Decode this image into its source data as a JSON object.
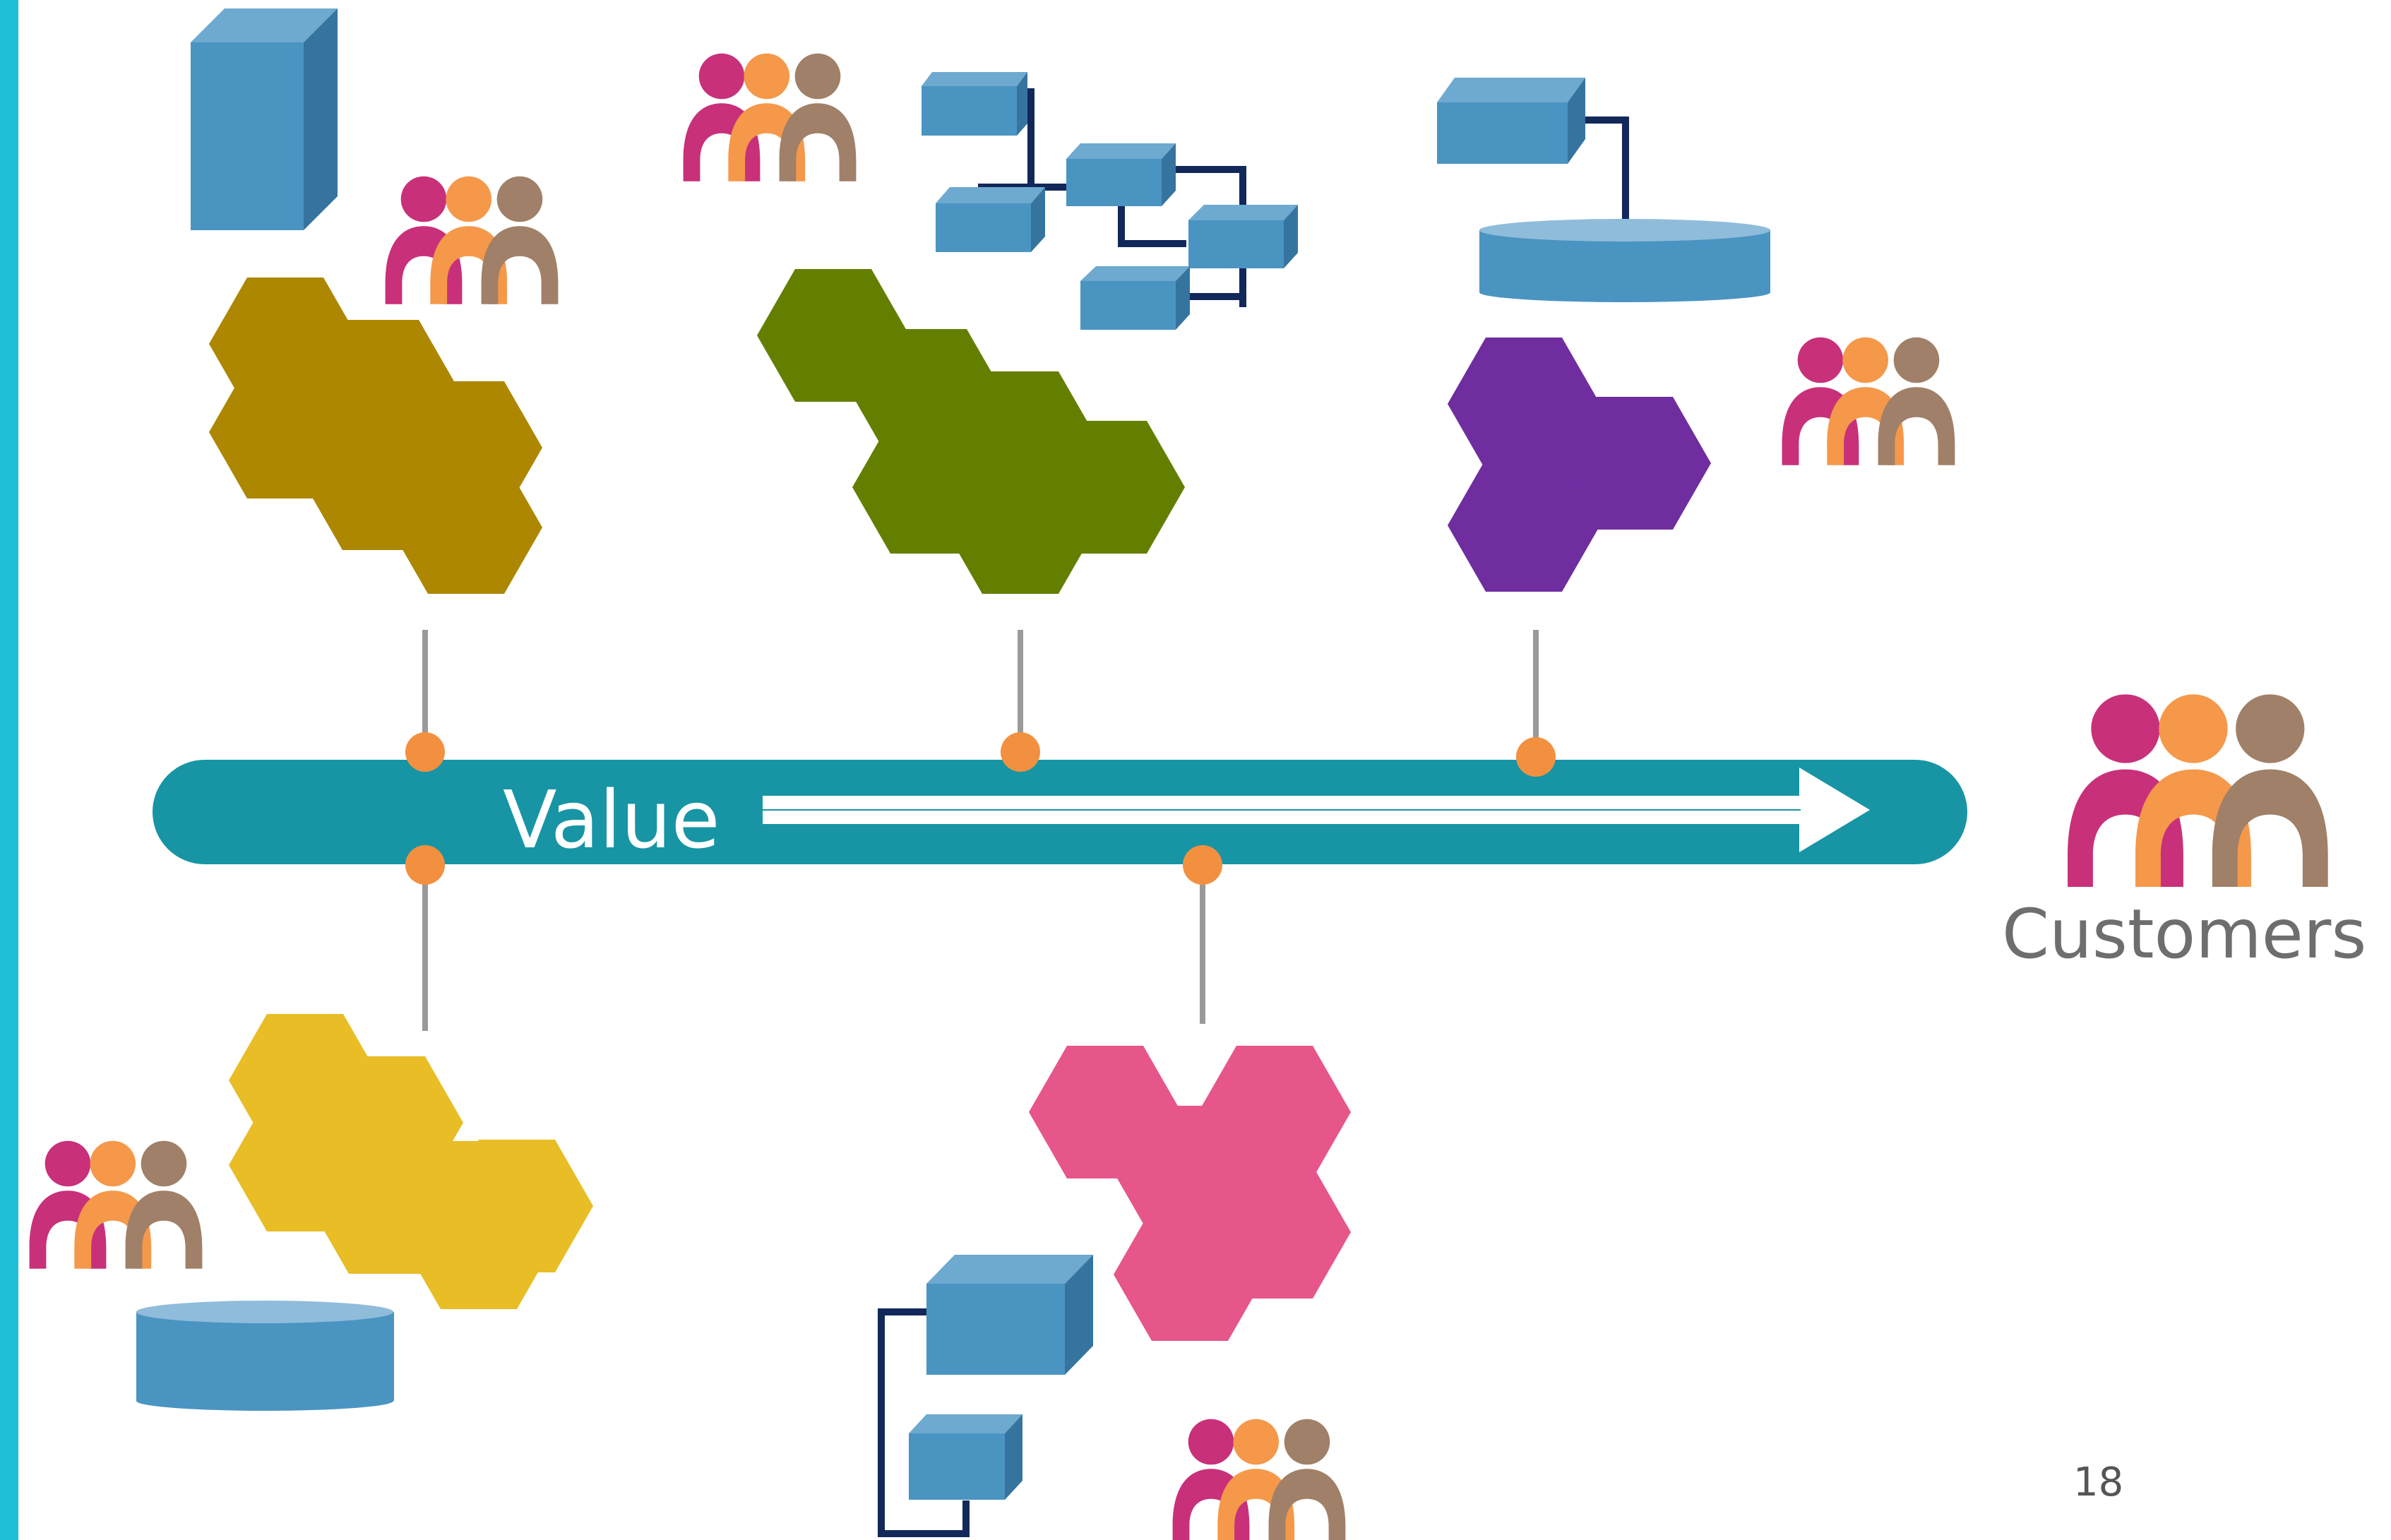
{
  "value_stream": {
    "label": "Value",
    "bar_color": "#1795a4",
    "connector_color": "#f3903f",
    "stem_color": "#9a9a9a",
    "arrow_color": "#ffffff"
  },
  "customers": {
    "label": "Customers"
  },
  "page": {
    "number": "18"
  },
  "colors": {
    "side_accent": "#1fbfd6",
    "cluster_olive": "#ad8700",
    "cluster_green": "#647f00",
    "cluster_purple": "#6f2da0",
    "cluster_yellow": "#e8bd25",
    "cluster_pink": "#e6568a",
    "box_front": "#4a94c2",
    "box_top": "#6ea9d0",
    "box_side": "#3674a0",
    "link_line": "#12285a",
    "person_magenta": "#c8307a",
    "person_orange": "#f5984a",
    "person_brown": "#a08068"
  },
  "icons": {
    "hexagon_cluster": "hexagon-cluster-icon",
    "people_group": "people-group-icon",
    "server_box": "server-box-icon",
    "database": "database-cylinder-icon"
  }
}
